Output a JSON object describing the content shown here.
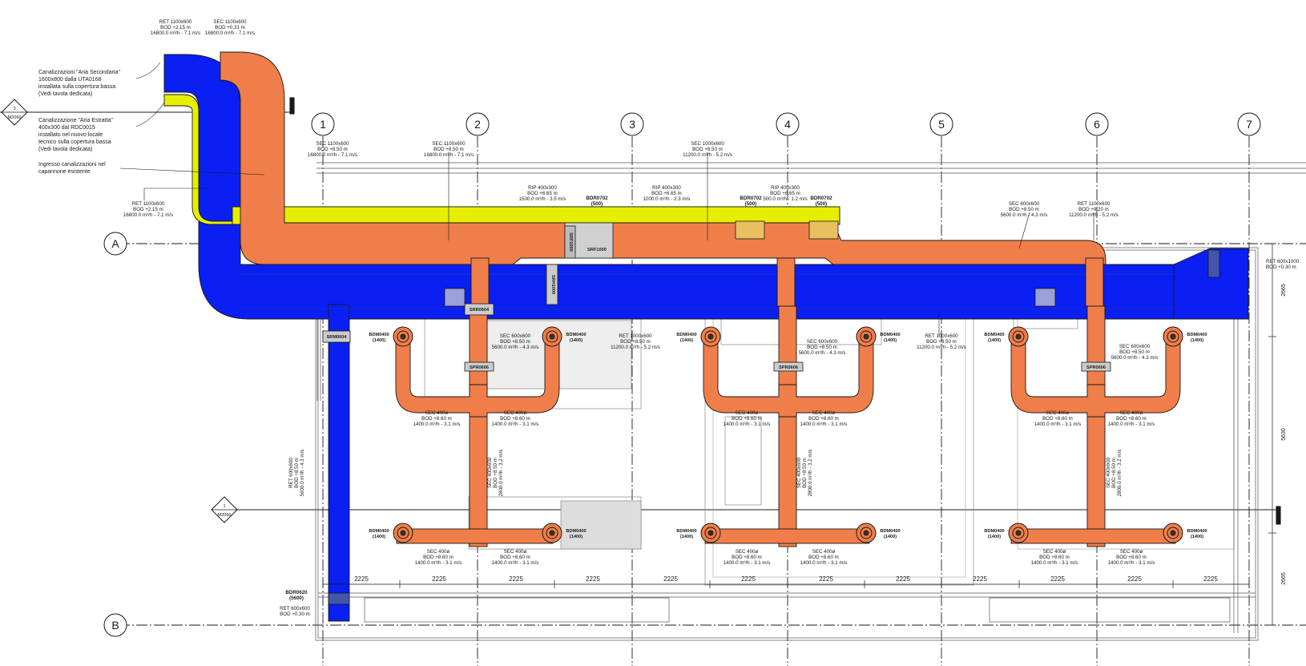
{
  "colors": {
    "supply": "#f07e4a",
    "return": "#0a1ff2",
    "exhaust": "#e6ef00",
    "outline": "#1a1a1a"
  },
  "grid": {
    "columns": [
      "1",
      "2",
      "3",
      "4",
      "5",
      "6",
      "7"
    ],
    "rows": [
      "A",
      "B"
    ]
  },
  "sections": {
    "m2060_top": {
      "num": "3",
      "sheet": "M2060"
    },
    "m2060_mid": {
      "num": "1",
      "sheet": "M2060"
    }
  },
  "notes": {
    "n1": [
      "Canalizzazioni \"Aria Secondaria\"",
      "1600x800 dalla UTA0168",
      "installata sulla copertura bassa",
      "(Vedi tavola dedicata)"
    ],
    "n2": [
      "Canalizzazione \"Aria Estratta\"",
      "400x300 dal RDC0015",
      "installato nel nuovo locale",
      "tecnico sulla copertura bassa",
      "(Vedi tavola dedicata)"
    ],
    "n3": [
      "Ingresso canalizzazioni nel",
      "capannone esistente"
    ]
  },
  "tags": {
    "ret_top": [
      "RET 1100x600",
      "BOD +2.15 m",
      "16800.0 m³/h - 7.1 m/s"
    ],
    "sec_top": [
      "SEC 1100x600",
      "BOD +0.31 m",
      "16800.0 m³/h - 7.1 m/s"
    ],
    "ret_left": [
      "RET 1100x600",
      "BOD +2.15 m",
      "16800.0 m³/h - 7.1 m/s"
    ],
    "sec_c1": [
      "SEC 1100x600",
      "BOD +8.50 m",
      "16800.0 m³/h - 7.1 m/s"
    ],
    "sec_c2": [
      "SEC 1100x600",
      "BOD +8.50 m",
      "16800.0 m³/h - 7.1 m/s"
    ],
    "sec_c3": [
      "SEC 1000x600",
      "BOD +8.50 m",
      "11200.0 m³/h - 5.2 m/s"
    ],
    "rip1": [
      "RIP 400x300",
      "BOD +6.65 m",
      "1500.0 m³/h - 3.5 m/s"
    ],
    "rip2": [
      "RIP 400x300",
      "BOD +6.65 m",
      "1000.0 m³/h - 2.3 m/s"
    ],
    "rip3": [
      "RIP 400x300",
      "BOD +6.65 m",
      "500.0 m³/h - 1.2 m/s"
    ],
    "bdr1": [
      "BDR0702",
      "(500)"
    ],
    "bdr2": [
      "BDR0702",
      "(500)"
    ],
    "bdr3": [
      "BDR0702",
      "(500)"
    ],
    "sec_6a": [
      "SEC 600x600",
      "BOD +8.50 m",
      "5600.0 m³/h - 4.3 m/s"
    ],
    "ret_6": [
      "RET 1100x600",
      "BOD +9.20 m",
      "11200.0 m³/h - 5.2 m/s"
    ],
    "ret_right": [
      "RET 600x1000",
      "BOD +0.30 m"
    ],
    "srf1000": "SRF1000",
    "srf1000v": "SRF1000",
    "srh1000": "SRH1000",
    "srr0604": "SRR0604",
    "srm0604": "SRM0604",
    "spr0606a": "SPR0606",
    "spr0606b": "SPR0606",
    "spr0606c": "SPR0606",
    "bdm": "BDM0400",
    "bdm_q": "(1400)",
    "sec_mid1": [
      "SEC 600x600",
      "BOD +8.50 m",
      "5600.0 m³/h - 4.3 m/s"
    ],
    "ret_mid": [
      "RET 1000x600",
      "BOD +8.50 m",
      "11200.0 m³/h - 5.2 m/s"
    ],
    "sec_mid2": [
      "SEC 600x600",
      "BOD +8.50 m",
      "5600.0 m³/h - 4.3 m/s"
    ],
    "sec_mid3": [
      "SEC 600x600",
      "BOD +8.50 m",
      "5600.0 m³/h - 4.3 m/s"
    ],
    "ret_mid_right": [
      "RET 1000x600",
      "BOD +8.50 m",
      "11200.0 m³/h - 5.2 m/s"
    ],
    "sec400": [
      "SEC 400ø",
      "BOD +8.60 m",
      "1400.0 m³/h - 3.1 m/s"
    ],
    "sec_vert": [
      "SEC 400x600",
      "BOD +8.50 m",
      "2800.0 m³/h - 3.2 m/s"
    ],
    "ret_vert": [
      "RET 600x600",
      "BOD +8.50 m",
      "5600.0 m³/h - 4.3 m/s"
    ],
    "bdr0620": [
      "BDR0620",
      "(5600)"
    ],
    "ret_bottom": [
      "RET 600x600",
      "BOD +0.30 m"
    ]
  },
  "dims": {
    "spacing": "2225",
    "right_top": "2665",
    "right_mid": "5630",
    "right_bot": "2665"
  }
}
